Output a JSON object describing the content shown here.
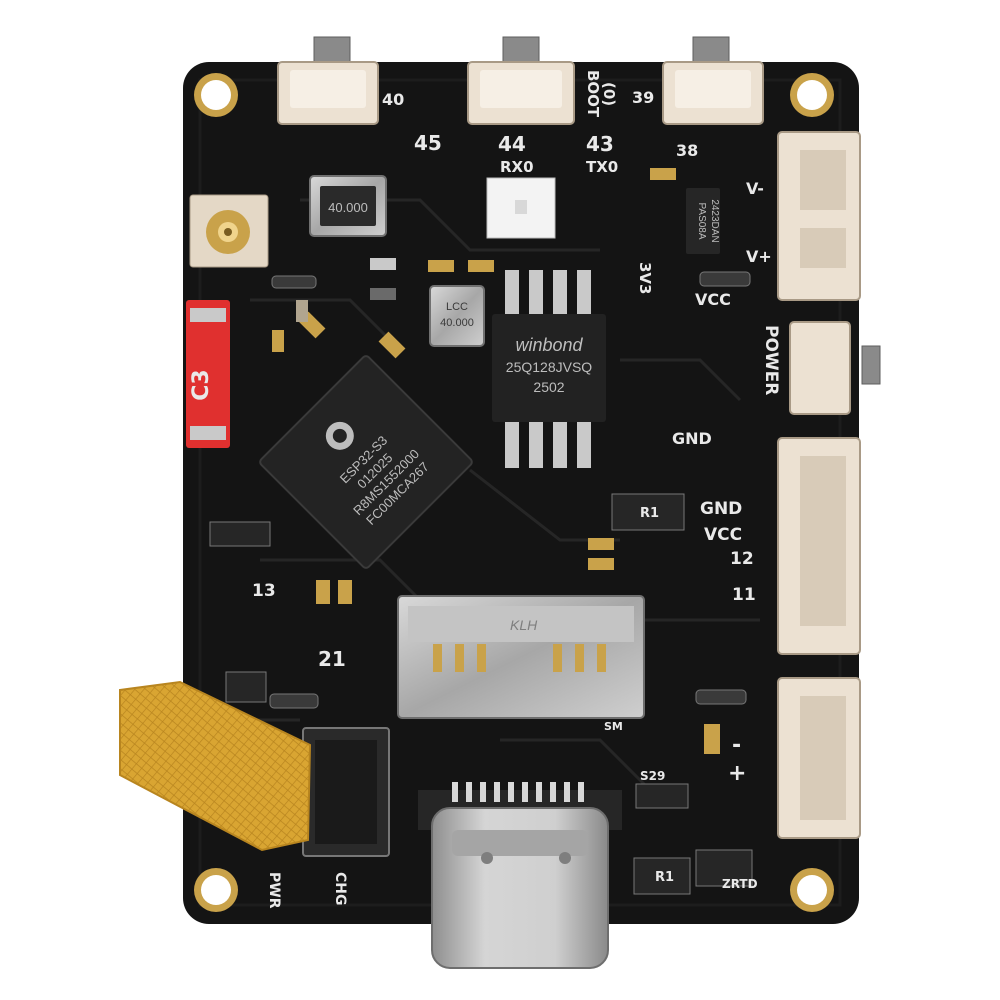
{
  "board": {
    "colors": {
      "pcb": "#141414",
      "silk": "#e9e9e9",
      "gold": "#c9a24a",
      "connector": "#ece1d2",
      "metal": "#b9b9b9",
      "flex": "#d9a532",
      "red": "#e0302f"
    }
  },
  "silkscreen": {
    "btn_40": "40",
    "boot": "BOOT",
    "btn_0": "(0)",
    "btn_39": "39",
    "pin_45": "45",
    "pin_44": "44",
    "rx0": "RX0",
    "pin_43": "43",
    "tx0": "TX0",
    "pin_38": "38",
    "v_minus": "V-",
    "v_plus": "V+",
    "v3v3": "3V3",
    "vcc_top": "VCC",
    "power": "POWER",
    "gnd_mid": "GND",
    "gnd_conn": "GND",
    "vcc_conn": "VCC",
    "pin_12": "12",
    "pin_11": "11",
    "pin_13": "13",
    "pin_21": "21",
    "minus": "-",
    "plus": "+",
    "c3": "C3",
    "chg": "CHG",
    "pwr": "PWR",
    "r1_top": "R1",
    "r1_bottom": "R1",
    "sm": "SM",
    "s29": "S29",
    "ziro": "ZRTD"
  },
  "components": {
    "esp_chip": [
      "ESP32-S3",
      "012025",
      "R8MS1552000",
      "FC00MCA267"
    ],
    "flash_chip": [
      "winbond",
      "25Q128JVSQ",
      "2502"
    ],
    "crystal_small": "LCC\n40.000",
    "crystal_small_l1": "LCC",
    "crystal_small_l2": "40.000",
    "crystal_top": "40.000",
    "paso_chip": [
      "PAS08A",
      "2423DAN"
    ],
    "sd_slot_mark": "KLH"
  }
}
